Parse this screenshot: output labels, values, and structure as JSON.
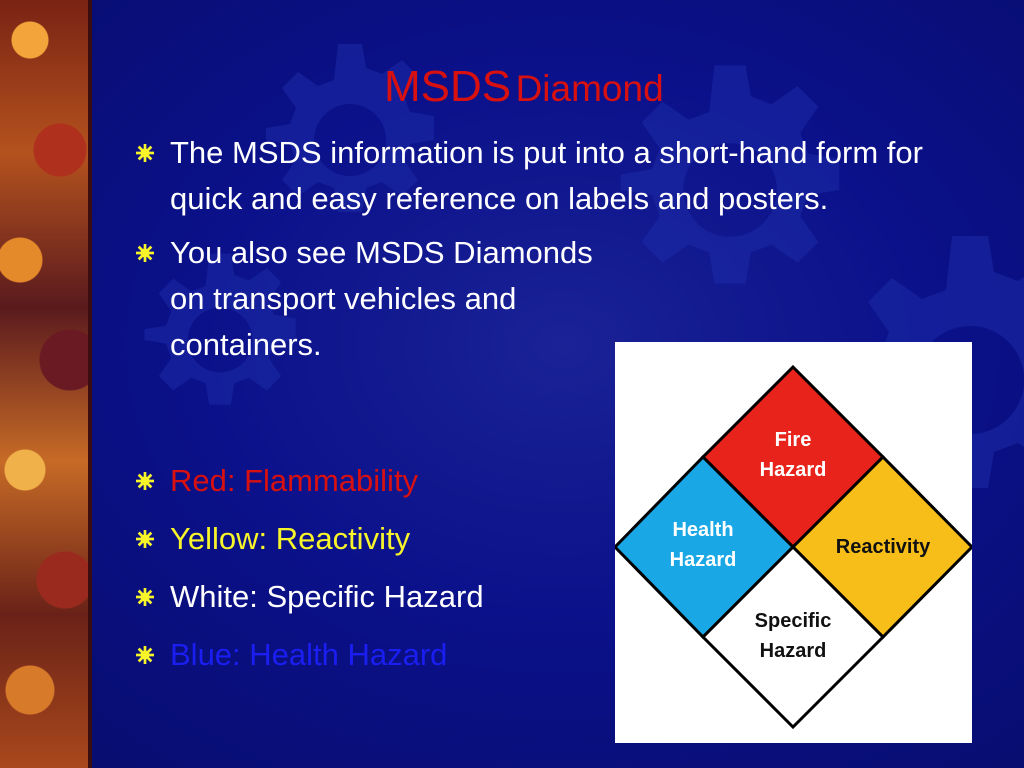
{
  "title": {
    "part1": "MSDS",
    "part2": "Diamond"
  },
  "bullets": [
    "The MSDS information is put into a short-hand form for quick and easy reference on labels and posters.",
    "You also see MSDS Diamonds on transport vehicles and containers."
  ],
  "color_keys": [
    {
      "text": "Red: Flammability",
      "color": "#d81010"
    },
    {
      "text": "Yellow: Reactivity",
      "color": "#f7f52a"
    },
    {
      "text": "White: Specific Hazard",
      "color": "#ffffff"
    },
    {
      "text": "Blue: Health Hazard",
      "color": "#1a1ef0"
    }
  ],
  "diamond": {
    "top": {
      "line1": "Fire",
      "line2": "Hazard",
      "color": "#e8231c"
    },
    "left": {
      "line1": "Health",
      "line2": "Hazard",
      "color": "#1aa7e6"
    },
    "right": {
      "line1": "Reactivity",
      "color": "#f7be1a"
    },
    "bottom": {
      "line1": "Specific",
      "line2": "Hazard",
      "color": "#ffffff"
    }
  },
  "icons": {
    "bullet": "gear-bullet-icon"
  }
}
